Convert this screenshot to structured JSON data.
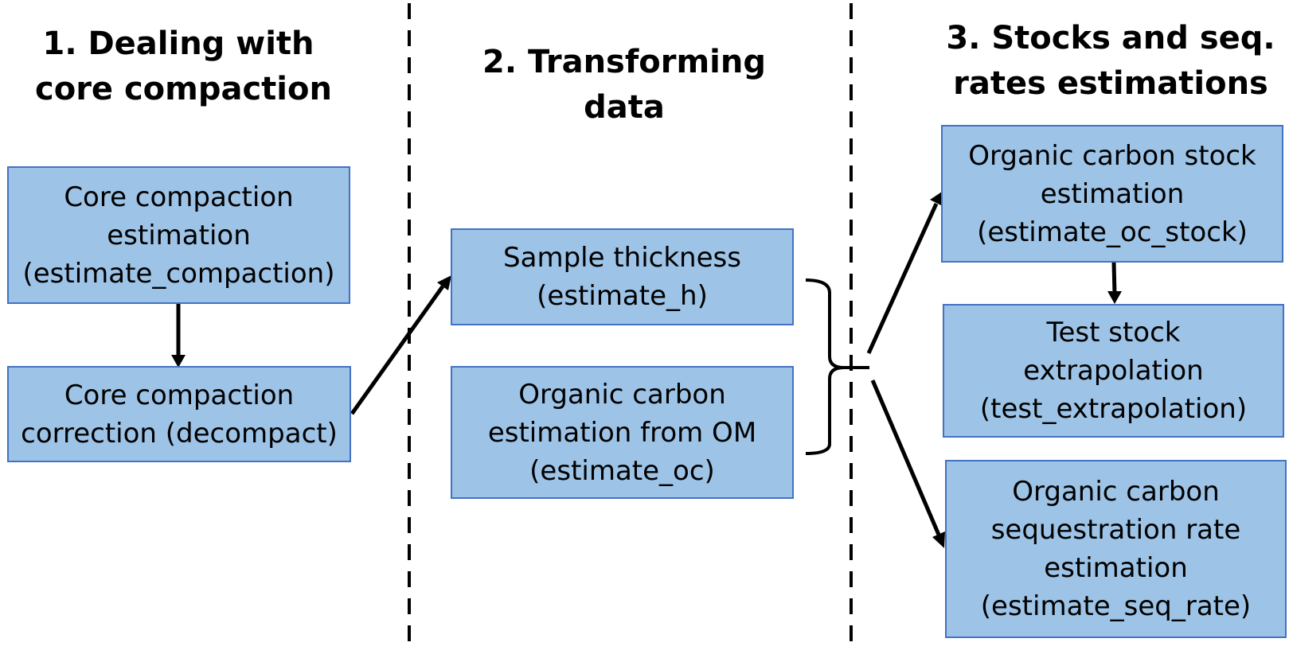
{
  "colors": {
    "box_fill": "#9dc3e6",
    "box_border": "#4472c4",
    "text": "#000000",
    "line": "#000000"
  },
  "headings": {
    "col1": [
      "1. Dealing with",
      "core compaction"
    ],
    "col2": [
      "2. Transforming",
      "data"
    ],
    "col3": [
      "3. Stocks and seq.",
      "rates estimations"
    ]
  },
  "boxes": {
    "compaction_estimation": [
      "Core compaction",
      "estimation",
      "(estimate_compaction)"
    ],
    "compaction_correction": [
      "Core compaction",
      "correction (decompact)"
    ],
    "sample_thickness": [
      "Sample thickness",
      "(estimate_h)"
    ],
    "oc_estimation": [
      "Organic carbon",
      "estimation from OM",
      "(estimate_oc)"
    ],
    "oc_stock": [
      "Organic carbon stock",
      "estimation",
      "(estimate_oc_stock)"
    ],
    "test_extrapolation": [
      "Test stock",
      "extrapolation",
      "(test_extrapolation)"
    ],
    "seq_rate": [
      "Organic carbon",
      "sequestration rate",
      "estimation",
      "(estimate_seq_rate)"
    ]
  }
}
